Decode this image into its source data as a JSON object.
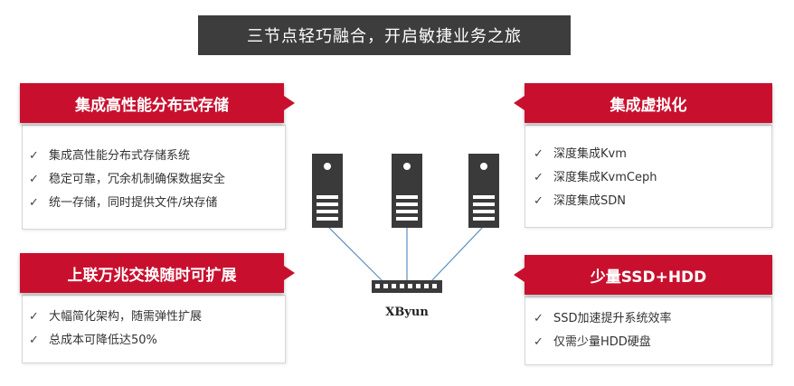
{
  "title": "三节点轻巧融合，开启敏捷业务之旅",
  "network_label": "XByun",
  "panels": {
    "storage": {
      "heading": "集成高性能分布式存储",
      "items": [
        "集成高性能分布式存储系统",
        "稳定可靠，冗余机制确保数据安全",
        "统一存储，同时提供文件/块存储"
      ]
    },
    "virtualization": {
      "heading": "集成虚拟化",
      "items": [
        "深度集成Kvm",
        "深度集成KvmCeph",
        "深度集成SDN"
      ]
    },
    "switch": {
      "heading": "上联万兆交换随时可扩展",
      "items": [
        "大幅简化架构，随需弹性扩展",
        "总成本可降低达50%"
      ]
    },
    "disk": {
      "heading": "少量SSD+HDD",
      "items": [
        "SSD加速提升系统效率",
        "仅需少量HDD硬盘"
      ]
    }
  },
  "check_symbol": "✓",
  "colors": {
    "accent": "#c8102e",
    "title_bg": "#3d3d3d",
    "server": "#3a3a3a"
  }
}
